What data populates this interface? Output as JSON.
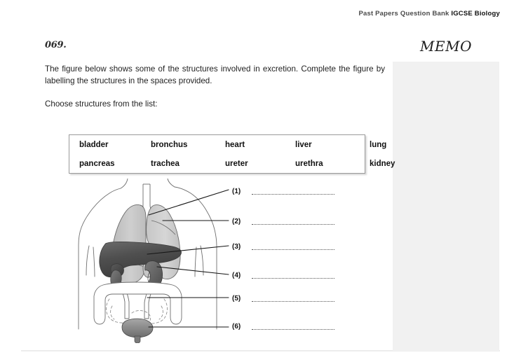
{
  "header": {
    "prefix": "Past Papers Question Bank ",
    "brand": "IGCSE Biology"
  },
  "question": {
    "number": "069.",
    "prompt": "The figure below shows some of the structures involved in excretion. Complete the figure by labelling the structures in the spaces provided.",
    "choose_line": "Choose structures from the list:"
  },
  "memo": {
    "title": "MEMO"
  },
  "word_list": {
    "row1": [
      "bladder",
      "bronchus",
      "heart",
      "liver",
      "lung"
    ],
    "row2": [
      "pancreas",
      "trachea",
      "ureter",
      "urethra",
      "kidney"
    ]
  },
  "answers": [
    {
      "num": "(1)",
      "value": ""
    },
    {
      "num": "(2)",
      "value": ""
    },
    {
      "num": "(3)",
      "value": ""
    },
    {
      "num": "(4)",
      "value": ""
    },
    {
      "num": "(5)",
      "value": ""
    },
    {
      "num": "(6)",
      "value": ""
    }
  ],
  "figure": {
    "alt": "Outline of a human torso showing lungs, trachea, liver, kidneys, ureters, intestines and bladder with six leader lines"
  },
  "colors": {
    "page_background": "#ffffff",
    "memo_panel": "#f1f1f1",
    "text": "#1f1f1f",
    "outline": "#5a5a5a",
    "lung_fill": "#c8c8c8",
    "liver_fill": "#565656",
    "kidney_fill": "#6e6e6e",
    "bladder_fill": "#8e8e8e",
    "leader_line": "#161616",
    "dotted_line": "#555555"
  }
}
